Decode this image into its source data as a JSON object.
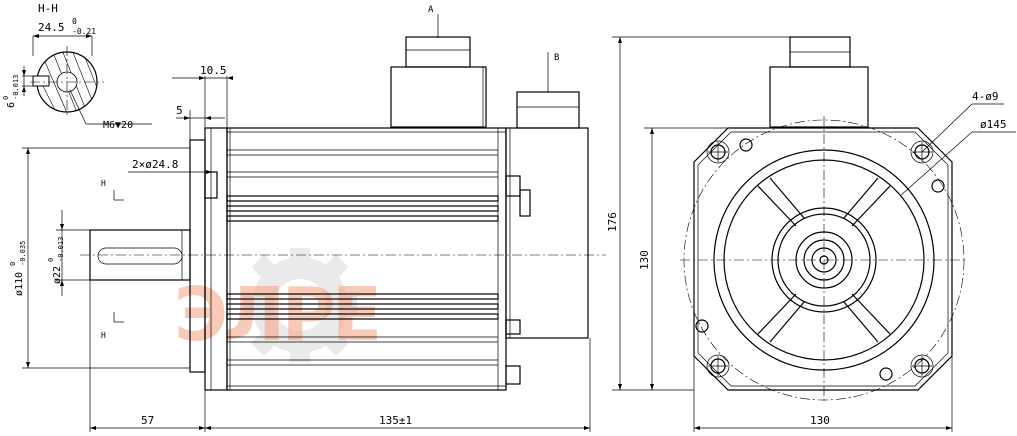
{
  "section": {
    "title": "H-H",
    "width_main": "24.5",
    "width_sup": "0",
    "width_sub": "-0.21",
    "key_main": "6",
    "key_sup": "0",
    "key_sub": "-0.013",
    "thread": "M6▼20"
  },
  "side_view": {
    "dim_10_5": "10.5",
    "dim_5": "5",
    "dim_holes": "2×ø24.8",
    "dim_pilot_main": "ø110",
    "dim_pilot_sup": "0",
    "dim_pilot_sub": "-0.035",
    "dim_shaft_main": "ø22",
    "dim_shaft_sup": "0",
    "dim_shaft_sub": "-0.013",
    "section_mark": "H",
    "dim_57": "57",
    "dim_length": "135±1",
    "connector_a": "A",
    "connector_b": "B"
  },
  "front_view": {
    "dim_holes": "4-ø9",
    "dim_pcd": "ø145",
    "dim_height": "176",
    "dim_flange_v": "130",
    "dim_flange_h": "130"
  },
  "watermark": {
    "text": "ЭЛРЕ",
    "color": "#f5a78a",
    "gear_color": "#d9d9d9"
  }
}
